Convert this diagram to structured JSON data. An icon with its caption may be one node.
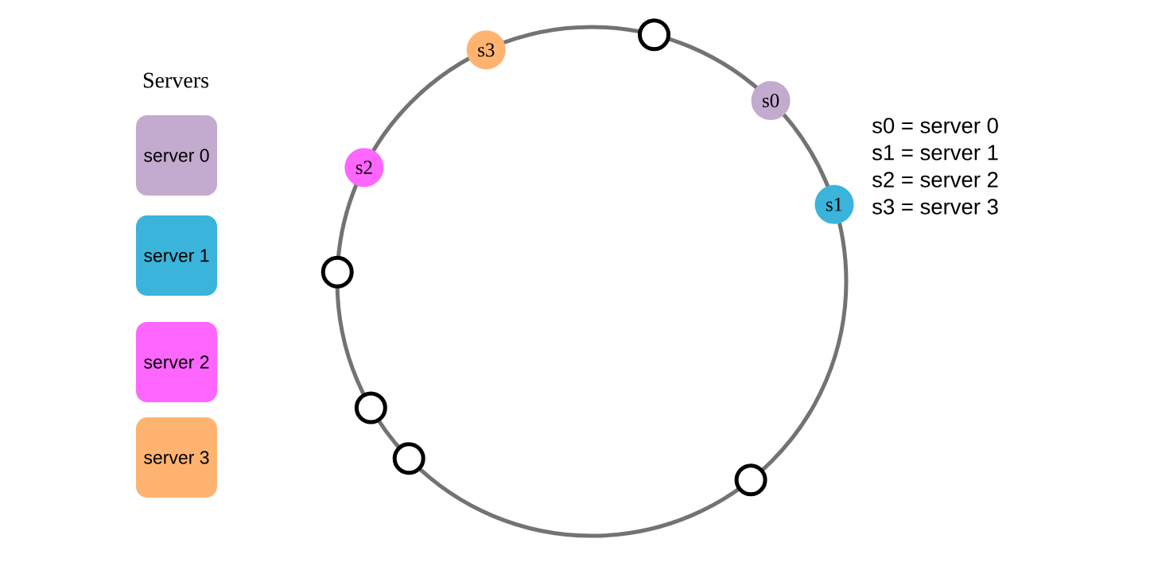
{
  "diagram": {
    "nodes": [
      {
        "text": [
          "server 0"
        ]
      },
      {
        "text": [
          "server 1"
        ]
      },
      {
        "text": [
          "server 2"
        ]
      },
      {
        "text": [
          "server 3"
        ]
      },
      {
        "text": [
          "s3"
        ]
      },
      {
        "text": [],
        "shape": "circle"
      },
      {
        "text": [
          "s0"
        ]
      },
      {
        "text": [
          "s2"
        ]
      },
      {
        "text": [
          "s1"
        ]
      },
      {
        "text": [],
        "shape": "circle"
      },
      {
        "text": [],
        "shape": "circle"
      },
      {
        "text": [],
        "shape": "circle"
      },
      {
        "text": [],
        "shape": "circle"
      }
    ],
    "labels": [
      "Servers",
      "s0 = server 0",
      "s1 = server 1",
      "s2 = server 2",
      "s3 = server 3"
    ]
  }
}
